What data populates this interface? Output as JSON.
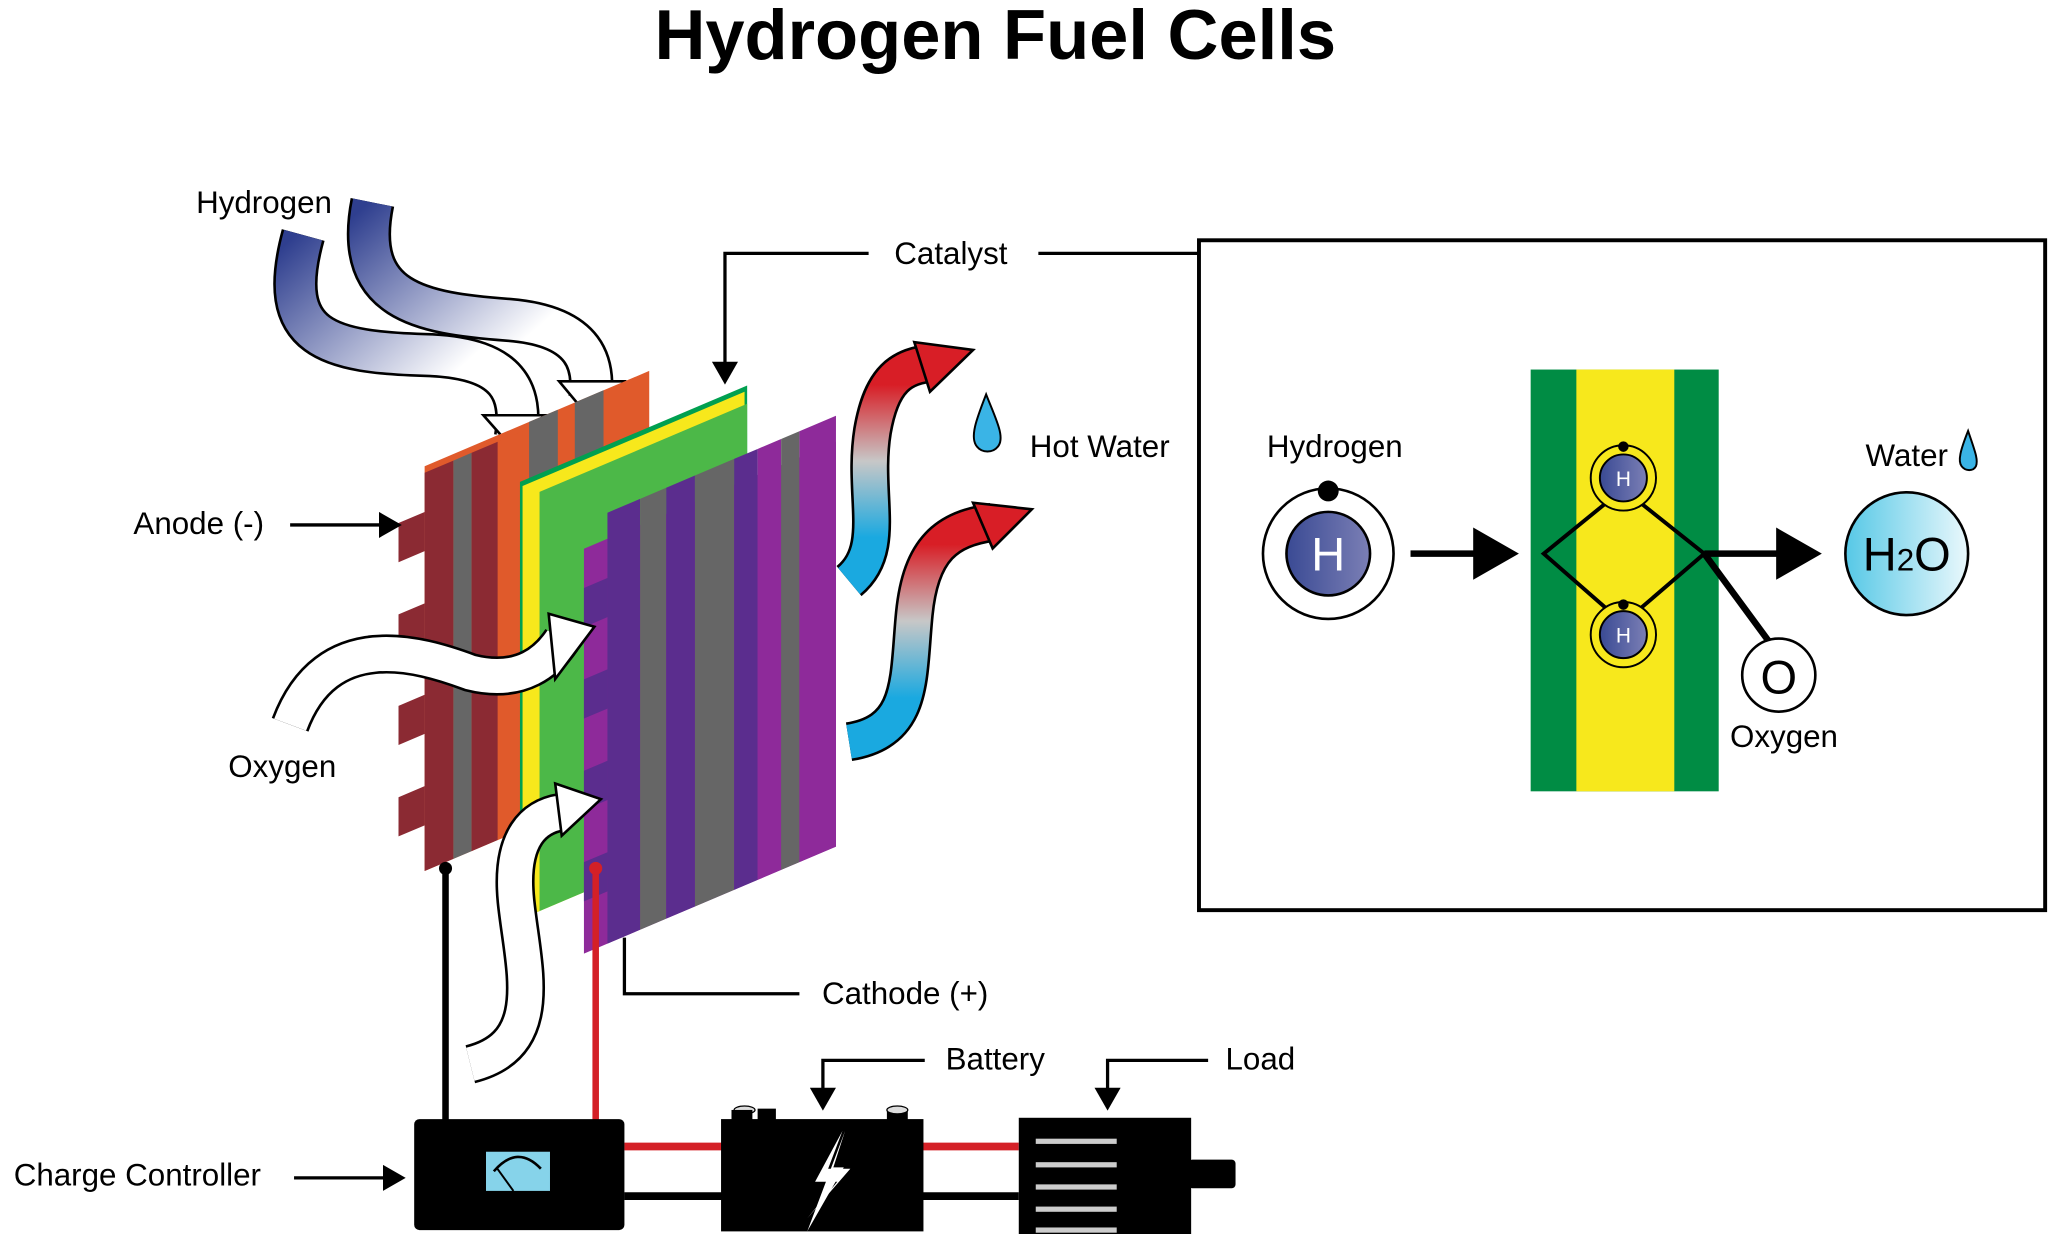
{
  "title": "Hydrogen Fuel Cells",
  "labels": {
    "hydrogen": "Hydrogen",
    "anode": "Anode (-)",
    "oxygen": "Oxygen",
    "catalyst": "Catalyst",
    "hot_water": "Hot Water",
    "cathode": "Cathode (+)",
    "battery": "Battery",
    "load": "Load",
    "charge_controller": "Charge Controller"
  },
  "inset": {
    "hydrogen": "Hydrogen",
    "water": "Water",
    "oxygen": "Oxygen",
    "h_atom": "H",
    "h_small_1": "H",
    "h_small_2": "H",
    "o_atom": "O",
    "h2o_h": "H",
    "h2o_2": "2",
    "h2o_o": "O"
  },
  "colors": {
    "anode": "#e05a2b",
    "cathode": "#8e2a9a",
    "membrane_green": "#4cb848",
    "catalyst_yellow": "#f7e81c",
    "inset_green": "#008c44",
    "wire_red": "#d42027"
  }
}
